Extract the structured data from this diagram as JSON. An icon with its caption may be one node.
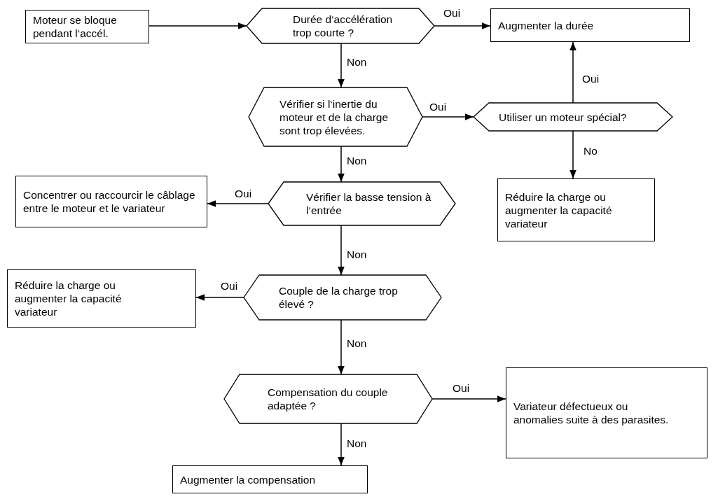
{
  "diagram": {
    "nodes": [
      {
        "text": [
          "Moteur se bloque pendant l‘accél."
        ]
      },
      {
        "text": [
          "Durée d‘accélération trop courte ?"
        ]
      },
      {
        "text": [
          "Augmenter la durée"
        ]
      },
      {
        "text": [
          "Vérifier si l‘inertie du moteur et de la charge sont trop élevées."
        ]
      },
      {
        "text": [
          "Utiliser un moteur spécial?"
        ]
      },
      {
        "text": [
          "Réduire la charge ou augmenter la capacité variateur"
        ]
      },
      {
        "text": [
          "Concentrer ou raccourcir le câblage entre le moteur et le variateur"
        ]
      },
      {
        "text": [
          "Vérifier la basse tension à l‘entrée"
        ]
      },
      {
        "text": [
          "Réduire la charge ou augmenter la capacité variateur"
        ]
      },
      {
        "text": [
          "Couple de la charge trop élevé ?"
        ]
      },
      {
        "text": [
          "Compensation du couple adaptée ?"
        ]
      },
      {
        "text": [
          "Variateur défectueux ou anomalies suite à des parasites."
        ]
      },
      {
        "text": [
          "Augmenter la compensation"
        ]
      }
    ],
    "edges": [
      {
        "from": 0,
        "to": 1,
        "arrow": "to"
      },
      {
        "from": 1,
        "to": 2,
        "arrow": "to",
        "label": "Oui"
      },
      {
        "from": 1,
        "to": 3,
        "arrow": "to",
        "label": "Non"
      },
      {
        "from": 3,
        "to": 4,
        "arrow": "to",
        "label": "Oui"
      },
      {
        "from": 4,
        "to": 2,
        "arrow": "to",
        "label": "Oui"
      },
      {
        "from": 4,
        "to": 5,
        "arrow": "to",
        "label": "No"
      },
      {
        "from": 3,
        "to": 7,
        "arrow": "to",
        "label": "Non"
      },
      {
        "from": 7,
        "to": 6,
        "arrow": "to",
        "label": "Oui"
      },
      {
        "from": 7,
        "to": 9,
        "arrow": "to",
        "label": "Non"
      },
      {
        "from": 9,
        "to": 8,
        "arrow": "to",
        "label": "Oui"
      },
      {
        "from": 9,
        "to": 10,
        "arrow": "to",
        "label": "Non"
      },
      {
        "from": 10,
        "to": 11,
        "arrow": "to",
        "label": "Oui"
      },
      {
        "from": 10,
        "to": 12,
        "arrow": "to",
        "label": "Non"
      }
    ]
  }
}
